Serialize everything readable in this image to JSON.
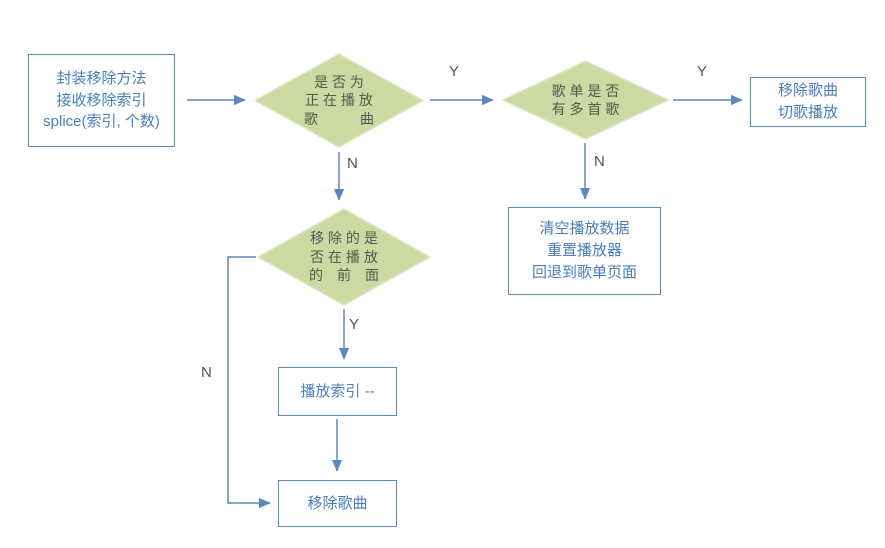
{
  "colors": {
    "connector_blue": "#5b87c0",
    "box_border_blue": "#5b87c0",
    "box_text_blue": "#4a7ebb",
    "diamond_fill_green": "#cbd9a3",
    "diamond_border_green": "#dde7c3",
    "diamond_text": "#55584a",
    "branch_label_text": "#55524a"
  },
  "nodes": {
    "start": {
      "lines": [
        "封装移除方法",
        "接收移除索引",
        "splice(索引, 个数)"
      ]
    },
    "is_playing_decision": {
      "lines": [
        "是 否 为",
        "正 在 播 放",
        "歌　　　曲"
      ]
    },
    "multi_song_decision": {
      "lines": [
        "歌 单 是 否",
        "有 多 首 歌"
      ]
    },
    "remove_switch_box": {
      "lines": [
        "移除歌曲",
        "切歌播放"
      ]
    },
    "clear_reset_box": {
      "lines": [
        "清空播放数据",
        "重置播放器",
        "回退到歌单页面"
      ]
    },
    "before_playing_decision": {
      "lines": [
        "移 除 的 是",
        "否 在 播 放",
        "的　前　面"
      ]
    },
    "index_decrement_box": {
      "lines": [
        "播放索引 --"
      ]
    },
    "remove_song_box": {
      "lines": [
        "移除歌曲"
      ]
    }
  },
  "branch_labels": {
    "is_playing_yes": "Y",
    "is_playing_no": "N",
    "multi_song_yes": "Y",
    "multi_song_no": "N",
    "before_playing_yes": "Y",
    "before_playing_no": "N"
  }
}
